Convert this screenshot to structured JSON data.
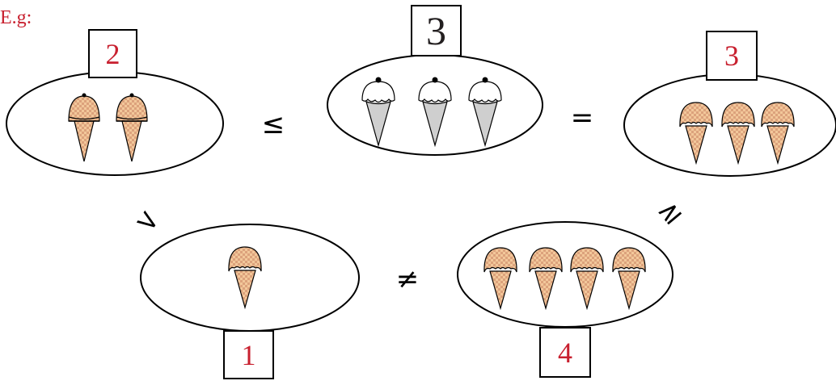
{
  "label": "E.g:",
  "colors": {
    "red": "#c8202f",
    "cone": "#f2c79a",
    "scoop": "#f4b894",
    "checker": "#dca27c",
    "gray_cone": "#cfcfcf"
  },
  "groups": [
    {
      "id": "g1",
      "count": 2,
      "cone_style": "outline-scoop",
      "number": "2",
      "number_color": "red"
    },
    {
      "id": "g2",
      "count": 3,
      "cone_style": "gray-vanilla",
      "number": "3",
      "number_color": "black"
    },
    {
      "id": "g3",
      "count": 3,
      "cone_style": "tan-scoop",
      "number": "3",
      "number_color": "red"
    },
    {
      "id": "g4",
      "count": 1,
      "cone_style": "tan-scoop",
      "number": "1",
      "number_color": "red"
    },
    {
      "id": "g5",
      "count": 4,
      "cone_style": "tan-scoop",
      "number": "4",
      "number_color": "red"
    }
  ],
  "relations": [
    {
      "from": "g1",
      "to": "g2",
      "symbol": "≤"
    },
    {
      "from": "g2",
      "to": "g3",
      "symbol": "="
    },
    {
      "from": "g1",
      "to": "g4",
      "symbol": ">"
    },
    {
      "from": "g4",
      "to": "g5",
      "symbol": "≠"
    },
    {
      "from": "g5",
      "to": "g3",
      "symbol": "≥"
    }
  ]
}
